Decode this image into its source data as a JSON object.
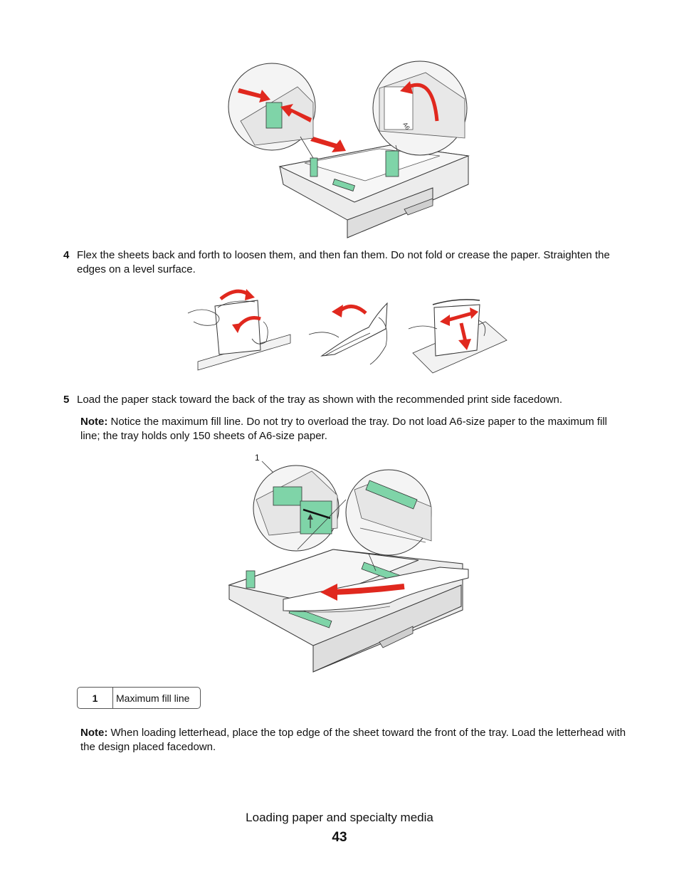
{
  "steps": [
    {
      "number": "4",
      "text": "Flex the sheets back and forth to loosen them, and then fan them. Do not fold or crease the paper. Straighten the edges on a level surface."
    },
    {
      "number": "5",
      "text": "Load the paper stack toward the back of the tray as shown with the recommended print side facedown."
    }
  ],
  "notes": [
    {
      "label": "Note:",
      "text": " Notice the maximum fill line. Do not try to overload the tray. Do not load A6-size paper to the maximum fill line; the tray holds only 150 sheets of A6-size paper."
    },
    {
      "label": "Note:",
      "text": " When loading letterhead, place the top edge of the sheet toward the front of the tray. Load the letterhead with the design placed facedown."
    }
  ],
  "callout": {
    "number": "1",
    "label": "Maximum fill line"
  },
  "figure_callout": "1",
  "tray_label": "A6",
  "footer": {
    "section_title": "Loading paper and specialty media",
    "page_number": "43"
  },
  "colors": {
    "guide_green": "#7fd4a8",
    "arrow_red": "#e0281e",
    "tray_gray": "#ececec",
    "outline": "#333333"
  }
}
